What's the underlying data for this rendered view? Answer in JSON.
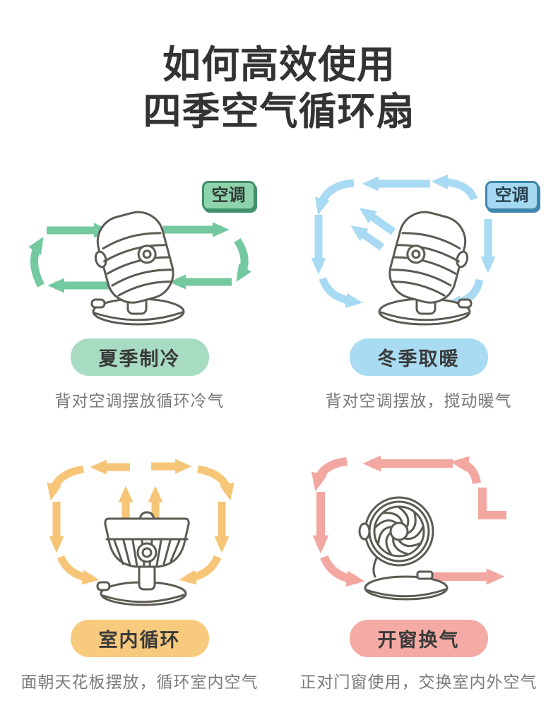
{
  "title": {
    "line1": "如何高效使用",
    "line2": "四季空气循环扇"
  },
  "palette": {
    "title_color": "#333333",
    "caption_color": "#7a7a7a",
    "fan_line_color": "#5c5a52",
    "summer_green": "#74c9a0",
    "winter_blue": "#a9daf3",
    "indoor_orange": "#f6c577",
    "window_pink": "#f2a8a1"
  },
  "sections": [
    {
      "id": "summer-cooling",
      "badge": "夏季制冷",
      "caption": "背对空调摆放循环冷气",
      "ac_label": "空调",
      "arrow_color": "#74c9a0",
      "badge_bg": "#a8dcc2",
      "ac_bg": "#8dd3ac",
      "ac_border": "#42906a",
      "airflow": "horizontal clockwise loop around fan, fan back toward AC"
    },
    {
      "id": "winter-heating",
      "badge": "冬季取暖",
      "caption": "背对空调摆放，搅动暖气",
      "ac_label": "空调",
      "arrow_color": "#a9daf3",
      "badge_bg": "#a9dcf2",
      "ac_bg": "#a4d9f1",
      "ac_border": "#3f86ae",
      "airflow": "counterclockwise loop, fan tilted up-left stirring warm air"
    },
    {
      "id": "indoor-circulation",
      "badge": "室内循环",
      "caption": "面朝天花板摆放，循环室内空气",
      "arrow_color": "#f6c577",
      "badge_bg": "#f8ca7d",
      "airflow": "fan facing ceiling, air rises then splits left and right down the walls"
    },
    {
      "id": "open-window-ventilation",
      "badge": "开窗换气",
      "caption": "正对门窗使用，交换室内外空气",
      "arrow_color": "#f2a8a1",
      "badge_bg": "#f5aba5",
      "airflow": "fan facing window, air pushed out right, returning along top and left"
    }
  ]
}
